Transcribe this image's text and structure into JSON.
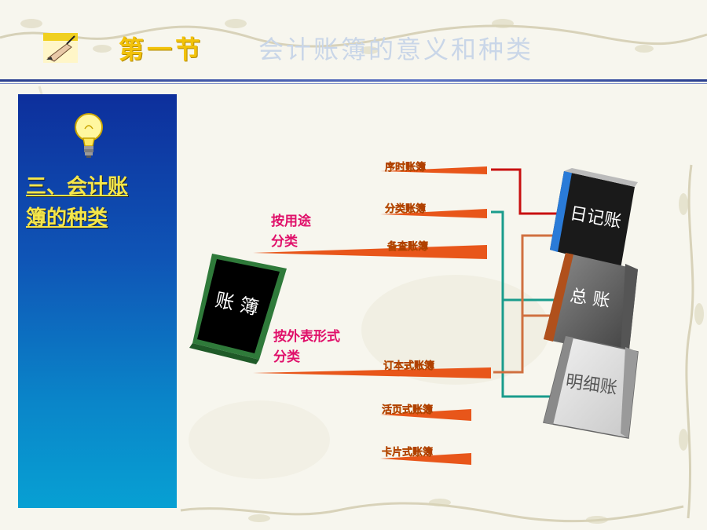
{
  "header": {
    "section": "第一节",
    "title": "会计账簿的意义和种类"
  },
  "sidebar": {
    "heading_line1": "三、会计账",
    "heading_line2": "簿的种类"
  },
  "diagram": {
    "root_book": "账  簿",
    "group_purpose": [
      "按用途",
      "分类"
    ],
    "group_form": [
      "按外表形式",
      "分类"
    ],
    "purpose_types": [
      "序时账簿",
      "分类账簿",
      "备查账簿"
    ],
    "form_types": [
      "订本式账簿",
      "活页式账簿",
      "卡片式账簿"
    ],
    "books": [
      "日记账",
      "总  账",
      "明细账"
    ],
    "colors": {
      "purpose_text": "#e0106a",
      "type_text": "#ffd400",
      "arrow": "#e8561a",
      "line_red": "#c81010",
      "line_teal": "#1a9c8c",
      "line_orange": "#d07040"
    }
  }
}
